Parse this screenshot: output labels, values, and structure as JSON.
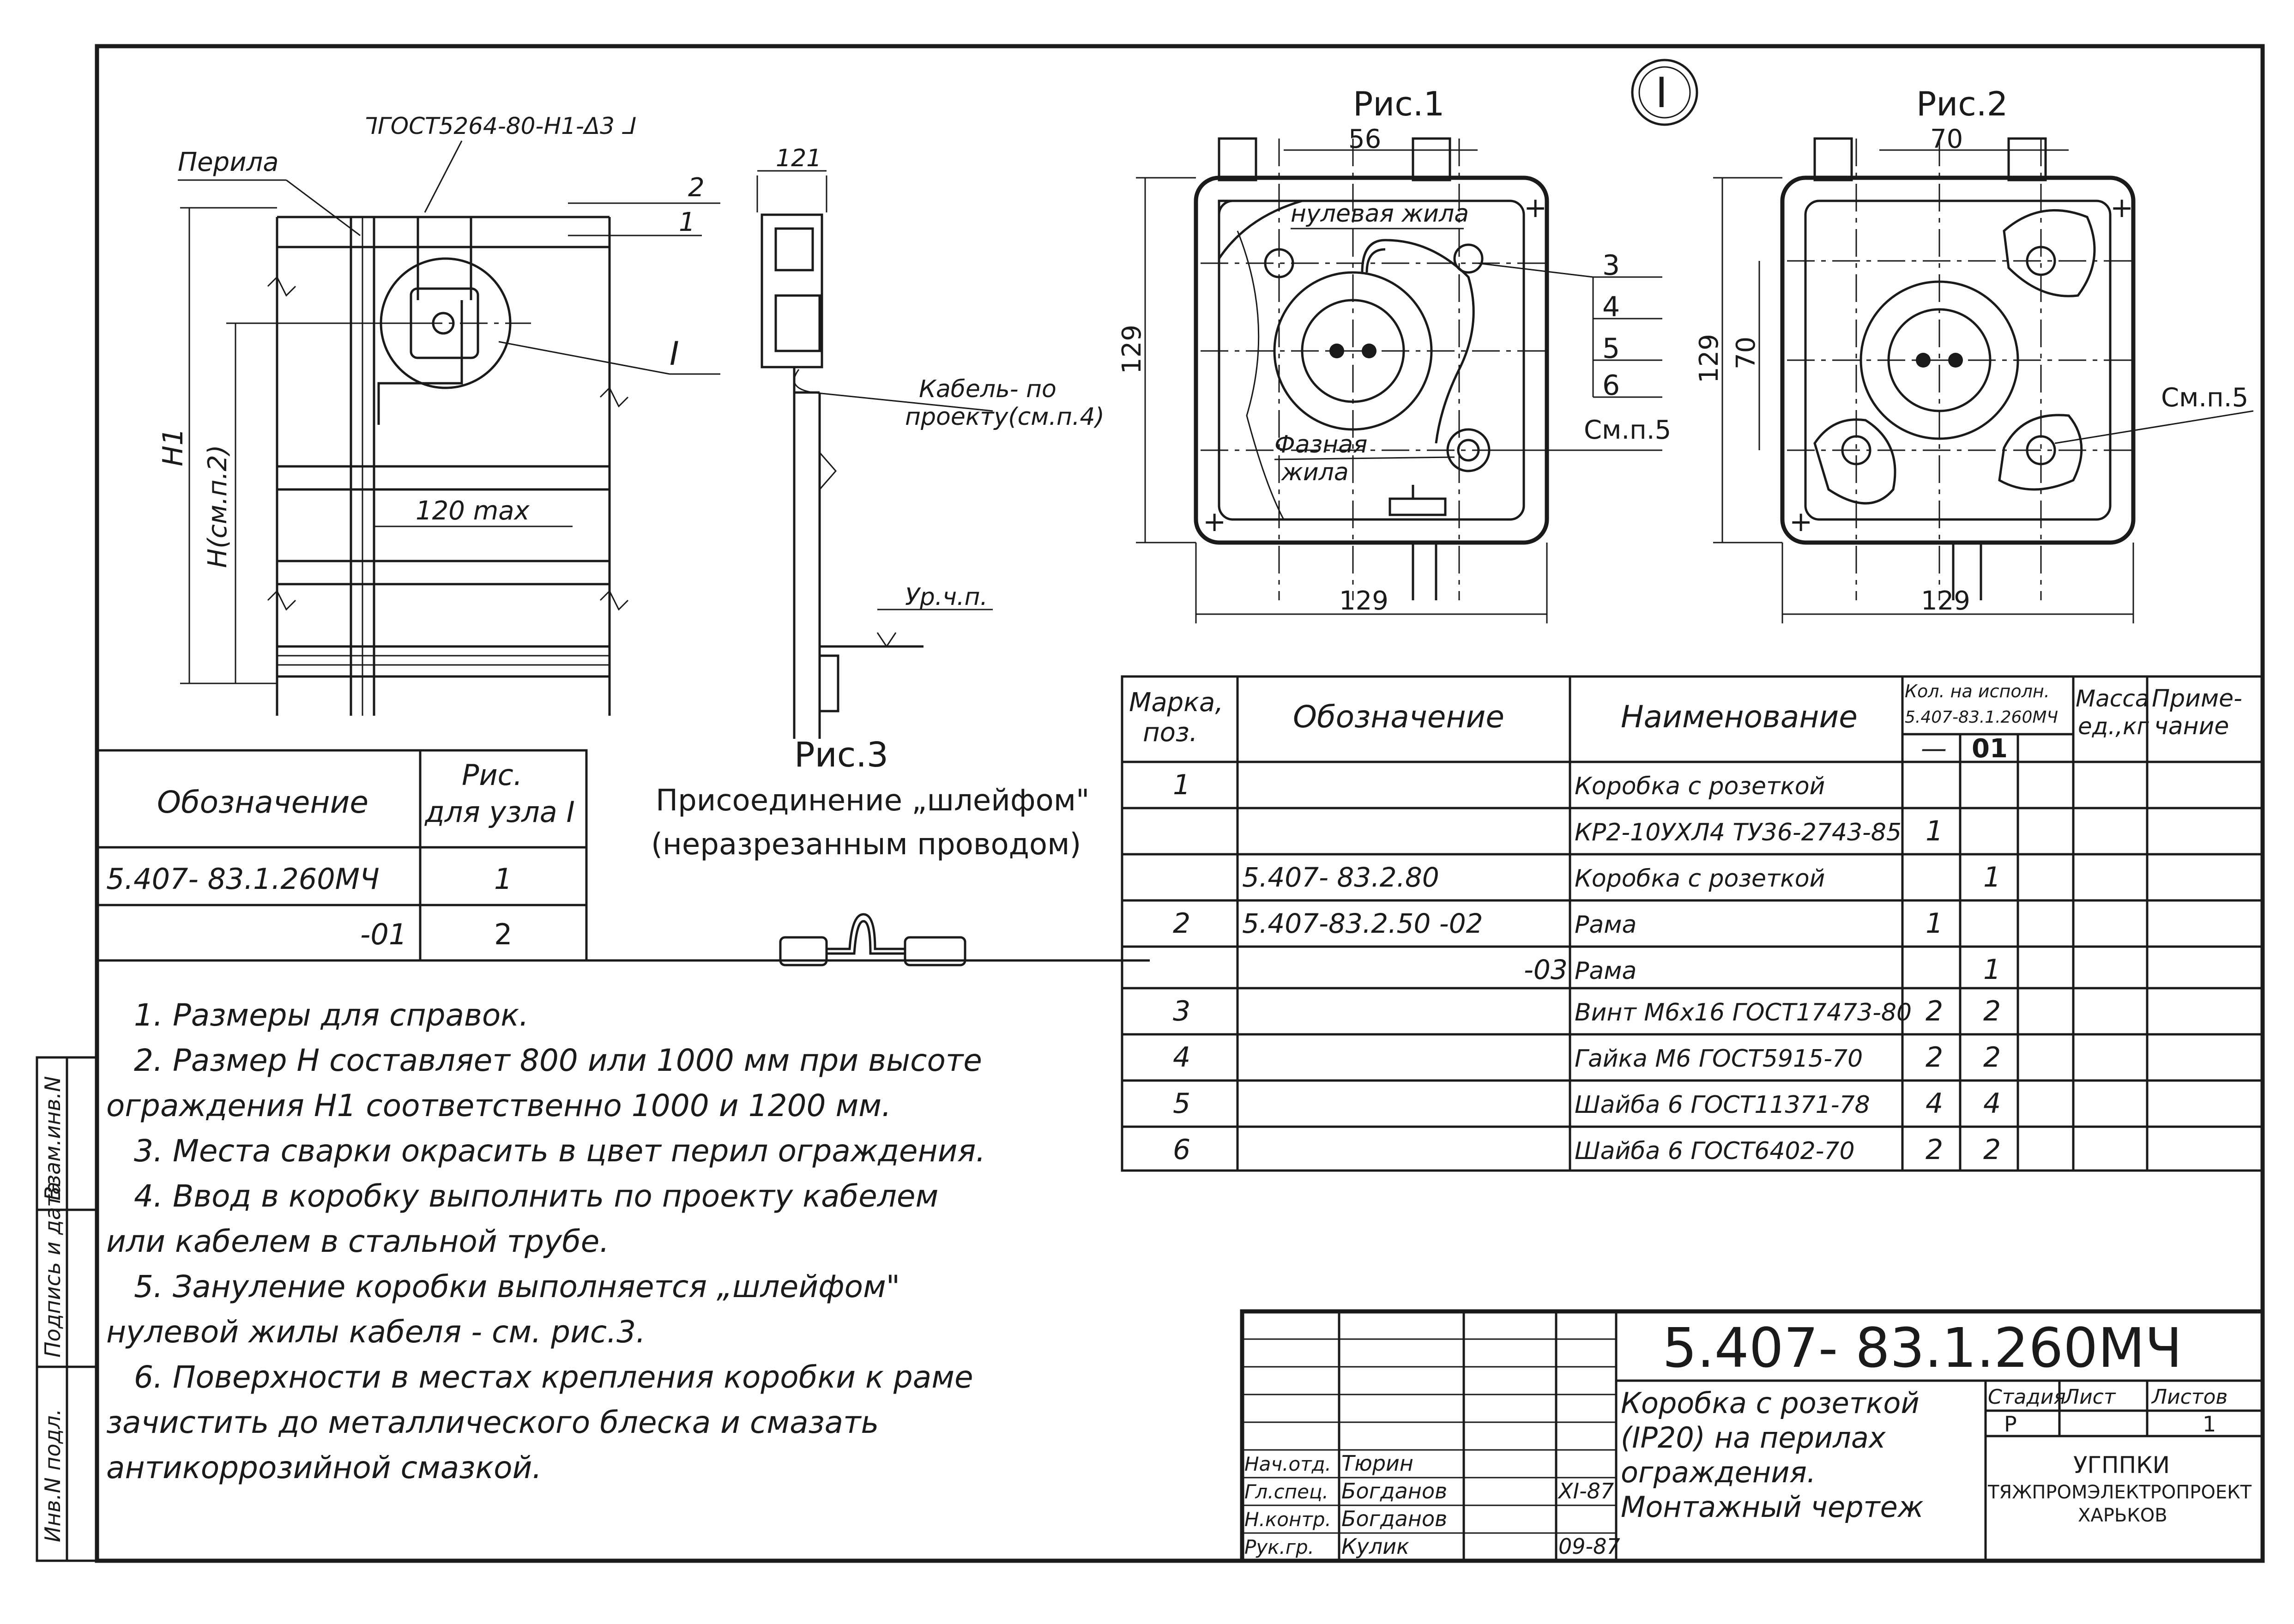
{
  "fig1": {
    "title": "Рис.1",
    "dim_top": "56",
    "dim_left": "129",
    "dim_bottom": "129",
    "label_neutral": "нулевая жила",
    "label_phase_1": "Фазная",
    "label_phase_2": "жила",
    "pos_3": "3",
    "pos_4": "4",
    "pos_5": "5",
    "pos_6": "6",
    "see_5": "См.п.5"
  },
  "fig2": {
    "title": "Рис.2",
    "dim_top": "70",
    "dim_left": "129",
    "dim_inner": "70",
    "dim_bottom": "129",
    "see_5": "См.п.5"
  },
  "node_mark": "I",
  "fig_main": {
    "weld": "⅂ГОСТ5264-80-Н1-Δ3 ⅃",
    "railing": "Перила",
    "pos_2": "2",
    "pos_1": "1",
    "node": "I",
    "h1": "Н1",
    "h": "Н(см.п.2)",
    "gap": "120 max"
  },
  "fig3": {
    "dim_121": "121",
    "cable": "Кабель- по",
    "cable_2": "проекту(см.п.4)",
    "floor": "Ур.ч.п.",
    "title": "Рис.3",
    "subtitle": "Присоединение „шлейфом\"",
    "subtitle_2": "(неразрезанным проводом)"
  },
  "variants_table": {
    "col1": "Обозначение",
    "col2_1": "Рис.",
    "col2_2": "для узла I",
    "rows": [
      [
        "5.407- 83.1.260МЧ",
        "1"
      ],
      [
        "-01",
        "2"
      ]
    ]
  },
  "spec_table": {
    "h_mark": "Марка,",
    "h_mark2": "поз.",
    "h_designation": "Обозначение",
    "h_name": "Наименование",
    "h_qty": "Кол. на исполн.",
    "h_qty2": "5.407-83.1.260МЧ",
    "h_v1": "—",
    "h_v2": "01",
    "h_mass": "Масса",
    "h_mass2": "ед.,кг",
    "h_note": "Приме-",
    "h_note2": "чание",
    "rows": [
      [
        "1",
        "",
        "Коробка с розеткой",
        "",
        ""
      ],
      [
        "",
        "",
        "КР2-10УХЛ4 ТУ36-2743-85",
        "1",
        ""
      ],
      [
        "",
        "5.407- 83.2.80",
        "Коробка с розеткой",
        "",
        "1"
      ],
      [
        "2",
        "5.407-83.2.50 -02",
        "Рама",
        "1",
        ""
      ],
      [
        "",
        "-03",
        "Рама",
        "",
        "1"
      ],
      [
        "3",
        "",
        "Винт М6х16 ГОСТ17473-80",
        "2",
        "2"
      ],
      [
        "4",
        "",
        "Гайка М6 ГОСТ5915-70",
        "2",
        "2"
      ],
      [
        "5",
        "",
        "Шайба 6 ГОСТ11371-78",
        "4",
        "4"
      ],
      [
        "6",
        "",
        "Шайба 6 ГОСТ6402-70",
        "2",
        "2"
      ]
    ]
  },
  "notes": [
    "1. Размеры для справок.",
    "2. Размер Н составляет 800 или 1000 мм при высоте",
    "ограждения Н1 соответственно 1000 и 1200 мм.",
    "3. Места сварки окрасить в цвет перил ограждения.",
    "4. Ввод в коробку выполнить по проекту кабелем",
    "или кабелем в стальной трубе.",
    "5. Зануление коробки выполняется „шлейфом\"",
    "нулевой жилы кабеля - см. рис.3.",
    "6. Поверхности в местах крепления коробки к раме",
    "зачистить до металлического блеска и смазать",
    "антикоррозийной смазкой."
  ],
  "side_stamp": [
    "Инв.N подл.",
    "Подпись и дата",
    "Взам.инв.N"
  ],
  "title_block": {
    "code": "5.407- 83.1.260МЧ",
    "name": [
      "Коробка с розеткой",
      "(IP20) на перилах",
      "ограждения.",
      "Монтажный чертеж"
    ],
    "stage_h": "Стадия",
    "sheet_h": "Лист",
    "sheets_h": "Листов",
    "stage": "Р",
    "sheet": "",
    "sheets": "1",
    "org": [
      "УГППКИ",
      "ТЯЖПРОМЭЛЕКТРОПРОЕКТ",
      "ХАРЬКОВ"
    ],
    "people": [
      [
        "Нач.отд.",
        "Тюрин",
        "",
        ""
      ],
      [
        "Гл.спец.",
        "Богданов",
        "",
        "XI-87"
      ],
      [
        "Н.контр.",
        "Богданов",
        "",
        ""
      ],
      [
        "Рук.гр.",
        "Кулик",
        "",
        "09-87"
      ]
    ]
  }
}
